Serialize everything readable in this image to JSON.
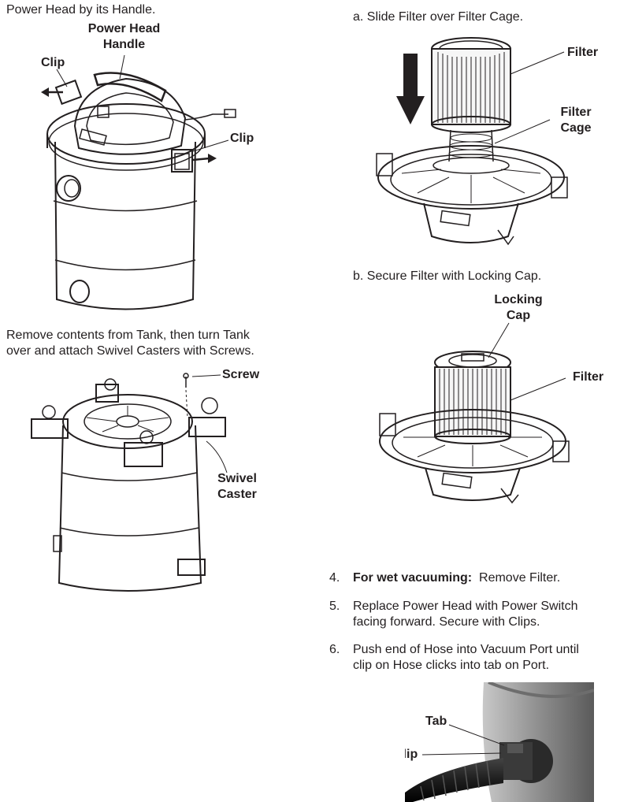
{
  "top_left": {
    "line": "Power Head by its Handle."
  },
  "fig1": {
    "power_head_handle": "Power Head\nHandle",
    "clip_left": "Clip",
    "clip_right": "Clip"
  },
  "instruction_casters": {
    "line1": "Remove contents from Tank, then turn Tank",
    "line2": "over and attach Swivel Casters with Screws."
  },
  "fig2": {
    "screw": "Screw",
    "swivel_caster": "Swivel\nCaster"
  },
  "step_a": {
    "text": "a.  Slide Filter over Filter Cage."
  },
  "fig3": {
    "filter": "Filter",
    "filter_cage": "Filter\nCage"
  },
  "step_b": {
    "text": "b.  Secure Filter with Locking Cap."
  },
  "fig4": {
    "locking_cap": "Locking\nCap",
    "filter": "Filter"
  },
  "steps": [
    {
      "num": "4.",
      "bold": "For wet vacuuming:",
      "text": "  Remove Filter."
    },
    {
      "num": "5.",
      "line1": "Replace Power Head with Power Switch",
      "line2": "facing forward.  Secure with Clips."
    },
    {
      "num": "6.",
      "line1": "Push end of Hose into Vacuum Port until",
      "line2": "clip on Hose clicks into tab on Port."
    }
  ],
  "photo": {
    "tab": "Tab",
    "clip": "Clip"
  }
}
